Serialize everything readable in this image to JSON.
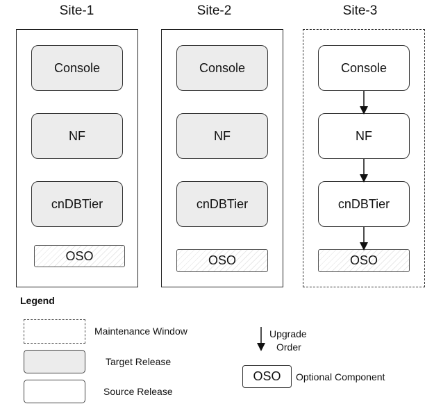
{
  "sites": [
    {
      "title": "Site-1",
      "window": "solid",
      "fill": "target",
      "nodes": [
        "Console",
        "NF",
        "cnDBTier"
      ],
      "optional": "OSO",
      "arrows": false
    },
    {
      "title": "Site-2",
      "window": "solid",
      "fill": "target",
      "nodes": [
        "Console",
        "NF",
        "cnDBTier"
      ],
      "optional": "OSO",
      "arrows": false
    },
    {
      "title": "Site-3",
      "window": "dashed",
      "fill": "source",
      "nodes": [
        "Console",
        "NF",
        "cnDBTier"
      ],
      "optional": "OSO",
      "arrows": true
    }
  ],
  "legend": {
    "title": "Legend",
    "maintenance": "Maintenance Window",
    "target": "Target Release",
    "source": "Source Release",
    "upgrade_line1": "Upgrade",
    "upgrade_line2": "Order",
    "oso_box": "OSO",
    "optional": "Optional Component"
  },
  "colors": {
    "target_fill": "#ececec",
    "source_fill": "#ffffff",
    "border": "#333333"
  }
}
